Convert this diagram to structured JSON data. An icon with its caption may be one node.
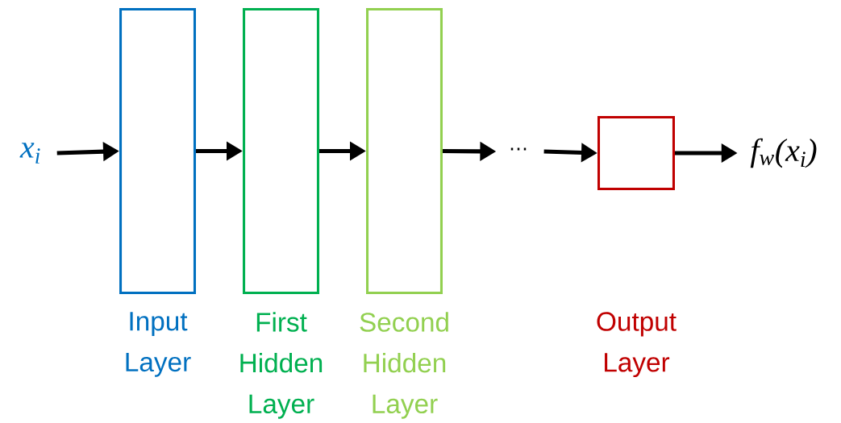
{
  "diagram": {
    "nodes": [
      {
        "text": [
          "x$_{i}$"
        ]
      },
      {
        "text": [
          "Input Layer"
        ]
      },
      {
        "text": [
          "First Hidden Layer"
        ]
      },
      {
        "text": [
          "Second Hidden Layer"
        ]
      },
      {
        "text": [
          "⋯"
        ]
      },
      {
        "text": [
          "Output Layer"
        ]
      },
      {
        "text": [
          "f$_{w}$(x$_{i}$)"
        ]
      }
    ],
    "edges": [
      {
        "from": 0,
        "to": 1,
        "arrow": "to"
      },
      {
        "from": 1,
        "to": 2,
        "arrow": "to"
      },
      {
        "from": 2,
        "to": 3,
        "arrow": "to"
      },
      {
        "from": 3,
        "to": 4,
        "arrow": "to"
      },
      {
        "from": 4,
        "to": 5,
        "arrow": "to"
      },
      {
        "from": 5,
        "to": 6,
        "arrow": "to"
      }
    ]
  }
}
